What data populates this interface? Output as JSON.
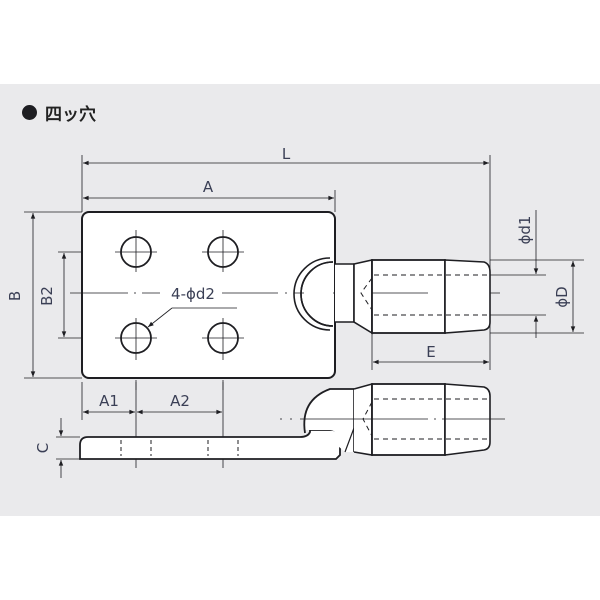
{
  "title": {
    "bullet": "●",
    "text": "四ッ穴"
  },
  "dimensions": {
    "L": "L",
    "A": "A",
    "B": "B",
    "B2": "B2",
    "hole_note": "4-ϕd2",
    "d1": "ϕd1",
    "D": "ϕD",
    "E": "E",
    "A1": "A1",
    "A2": "A2",
    "C": "C"
  },
  "colors": {
    "panel_background": "#eaeaec",
    "line": "#1e1e22",
    "dimension_text": "#3a3f55",
    "part_fill": "#ffffff"
  }
}
